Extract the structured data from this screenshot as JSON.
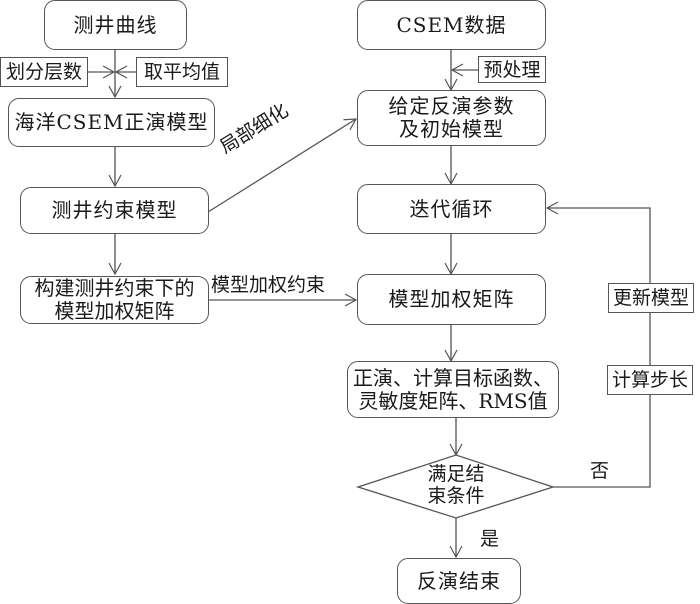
{
  "left_column": {
    "well_log_curve": "测井曲线",
    "divide_layers": "划分层数",
    "take_average": "取平均值",
    "forward_model": "海洋CSEM正演模型",
    "well_constraint_model": "测井约束模型",
    "build_weight_matrix_line1": "构建测井约束下的",
    "build_weight_matrix_line2": "模型加权矩阵"
  },
  "right_column": {
    "csem_data": "CSEM数据",
    "preprocess": "预处理",
    "set_params_line1": "给定反演参数",
    "set_params_line2": "及初始模型",
    "iteration_loop": "迭代循环",
    "model_weight_matrix": "模型加权矩阵",
    "forward_calc_line1": "正演、计算目标函数、",
    "forward_calc_line2": "灵敏度矩阵、RMS值",
    "end_condition_line1": "满足结",
    "end_condition_line2": "束条件",
    "inversion_end": "反演结束",
    "update_model": "更新模型",
    "compute_step": "计算步长"
  },
  "edge_labels": {
    "local_refine": "局部细化",
    "model_weight_constraint": "模型加权约束",
    "yes": "是",
    "no": "否"
  }
}
